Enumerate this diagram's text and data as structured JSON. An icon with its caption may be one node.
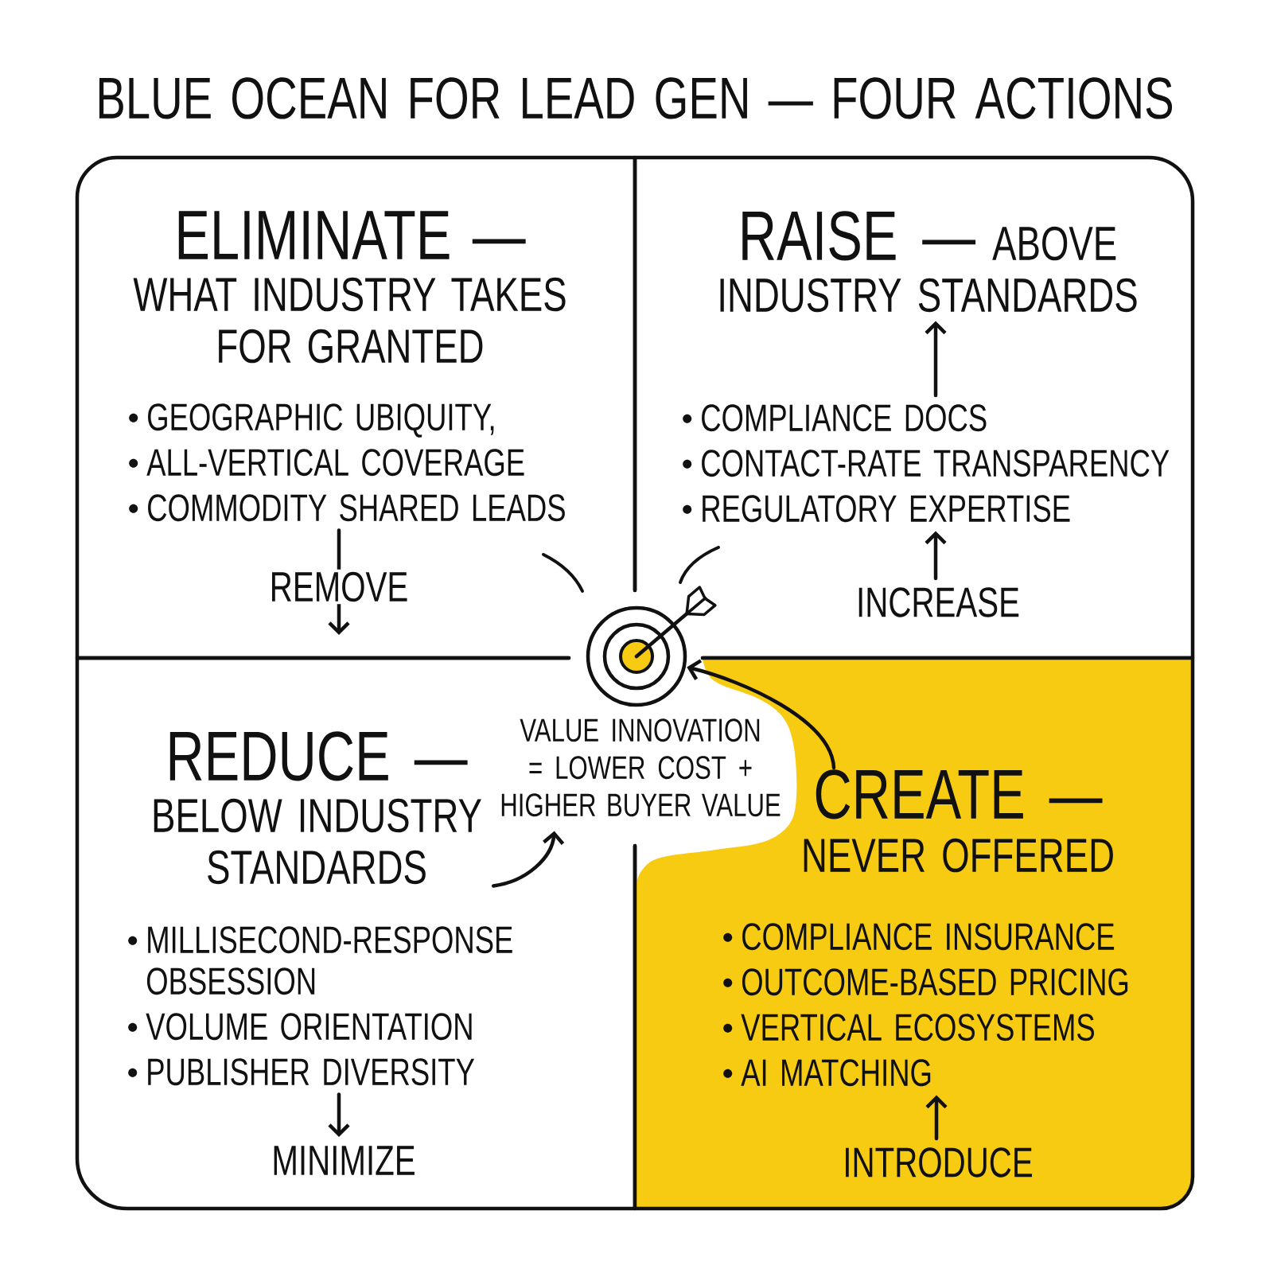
{
  "diagram": {
    "title": "BLUE OCEAN FOR LEAD GEN — FOUR ACTIONS",
    "nodes": [
      {
        "text": [],
        "shape": "box"
      },
      {
        "text": [
          "ELIMINATE —",
          "WHAT INDUSTRY TAKES FOR GRANTED"
        ],
        "in": 0
      },
      {
        "text": [
          "GEOGRAPHIC UBIQUITY,",
          "ALL-VERTICAL COVERAGE",
          "COMMODITY SHARED LEADS"
        ],
        "in": 0
      },
      {
        "text": [],
        "shape": "box"
      },
      {
        "text": [
          "RAISE —",
          "ABOVE INDUSTRY STANDARDS"
        ],
        "in": 3
      },
      {
        "text": [
          "COMPLIANCE DOCS",
          "CONTACT-RATE TRANSPARENCY",
          "REGULATORY EXPERTISE"
        ],
        "in": 3
      },
      {
        "text": [
          "INCREASE"
        ],
        "in": 3
      },
      {
        "text": [],
        "shape": "picture"
      },
      {
        "text": [
          "VALUE INNOVATION = LOWER COST + HIGHER BUYER VALUE"
        ]
      },
      {
        "text": [],
        "shape": "box"
      },
      {
        "text": [
          "REDUCE —",
          "BELOW INDUSTRY STANDARDS"
        ],
        "in": 9
      },
      {
        "text": [
          "MILLISECOND-RESPONSE OBSESSION",
          "VOLUME ORIENTATION",
          "PUBLISHER DIVERSITY"
        ],
        "in": 9
      },
      {
        "text": [
          "MINIMIZE"
        ],
        "in": 9
      },
      {
        "text": [],
        "shape": "box"
      },
      {
        "text": [
          "CREATE —",
          "NEVER OFFERED"
        ],
        "in": 13
      },
      {
        "text": [
          "COMPLIANCE INSURANCE",
          "OUTCOME-BASED PRICING",
          "VERTICAL ECOSYSTEMS",
          "AI MATCHING"
        ],
        "in": 13
      },
      {
        "text": [
          "INTRODUCE"
        ],
        "in": 13
      }
    ],
    "edges": [
      {
        "from": 2,
        "to": null,
        "arrow": "to",
        "label": "REMOVE"
      },
      {
        "from": 5,
        "to": 4,
        "arrow": "to"
      },
      {
        "from": 6,
        "to": 5,
        "arrow": "to"
      },
      {
        "from": 10,
        "to": 8,
        "arrow": "to"
      },
      {
        "from": 11,
        "to": 12,
        "arrow": "to"
      },
      {
        "from": 14,
        "to": 7,
        "arrow": "to"
      },
      {
        "from": 16,
        "to": 15,
        "arrow": "to"
      }
    ]
  }
}
